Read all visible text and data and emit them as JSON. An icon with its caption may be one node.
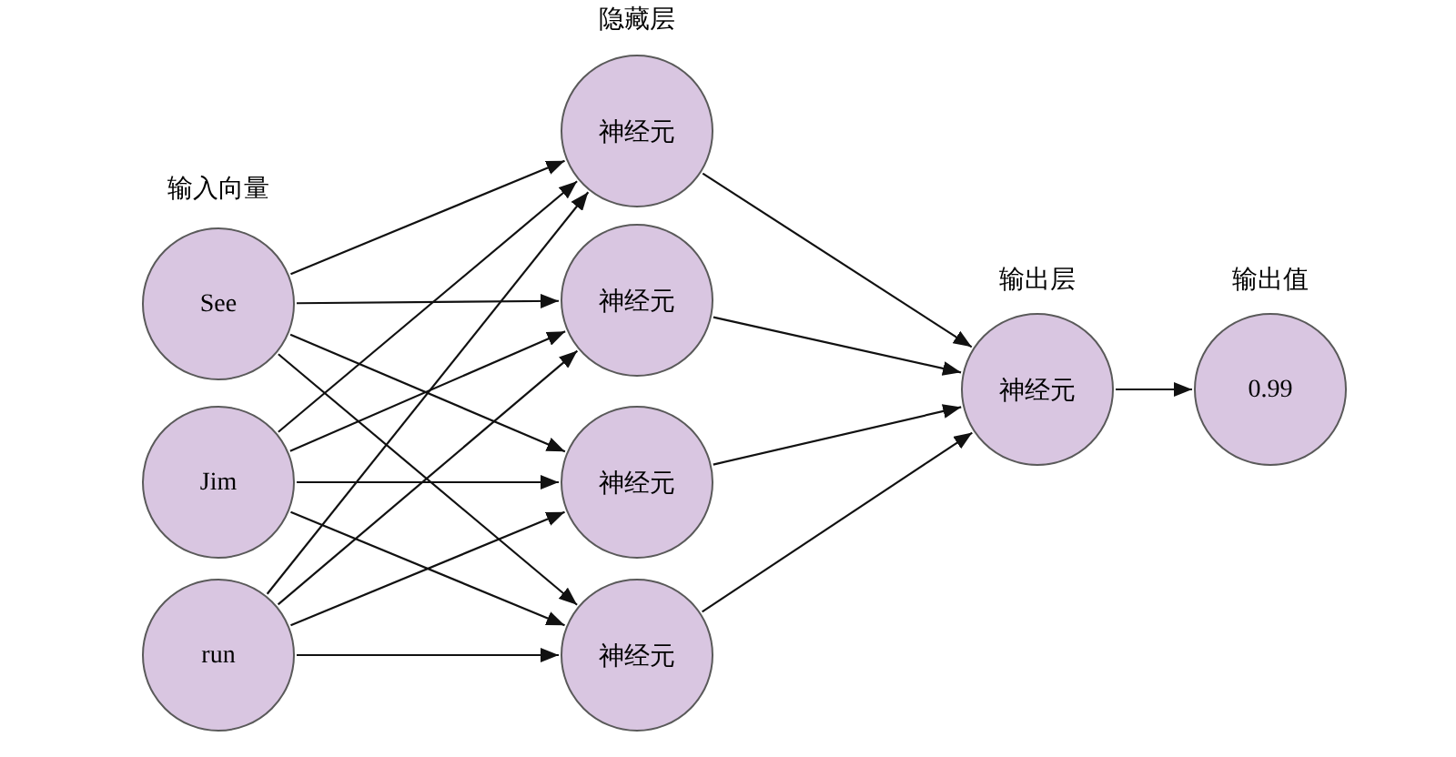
{
  "diagram": {
    "nodes": [
      {
        "text": [
          "See"
        ]
      },
      {
        "text": [
          "Jim"
        ]
      },
      {
        "text": [
          "run"
        ]
      },
      {
        "text": [
          "神经元"
        ]
      },
      {
        "text": [
          "神经元"
        ]
      },
      {
        "text": [
          "神经元"
        ]
      },
      {
        "text": [
          "神经元"
        ]
      },
      {
        "text": [
          "神经元"
        ]
      },
      {
        "text": [
          "0.99"
        ]
      }
    ],
    "edges": [
      {
        "from": 0,
        "to": 3,
        "arrow": "to"
      },
      {
        "from": 0,
        "to": 4,
        "arrow": "to"
      },
      {
        "from": 0,
        "to": 5,
        "arrow": "to"
      },
      {
        "from": 0,
        "to": 6,
        "arrow": "to"
      },
      {
        "from": 1,
        "to": 3,
        "arrow": "to"
      },
      {
        "from": 1,
        "to": 4,
        "arrow": "to"
      },
      {
        "from": 1,
        "to": 5,
        "arrow": "to"
      },
      {
        "from": 1,
        "to": 6,
        "arrow": "to"
      },
      {
        "from": 2,
        "to": 3,
        "arrow": "to"
      },
      {
        "from": 2,
        "to": 4,
        "arrow": "to"
      },
      {
        "from": 2,
        "to": 5,
        "arrow": "to"
      },
      {
        "from": 2,
        "to": 6,
        "arrow": "to"
      },
      {
        "from": 3,
        "to": 7,
        "arrow": "to"
      },
      {
        "from": 4,
        "to": 7,
        "arrow": "to"
      },
      {
        "from": 5,
        "to": 7,
        "arrow": "to"
      },
      {
        "from": 6,
        "to": 7,
        "arrow": "to"
      },
      {
        "from": 7,
        "to": 8,
        "arrow": "to"
      }
    ],
    "labels": [
      "输入向量",
      "隐藏层",
      "输出层",
      "输出值"
    ]
  }
}
